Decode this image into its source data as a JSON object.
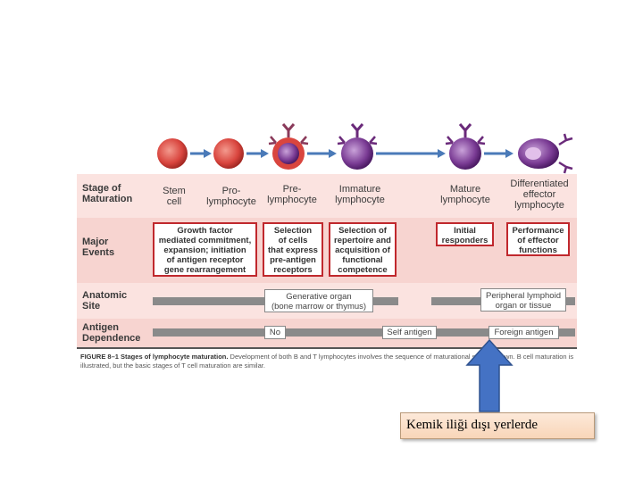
{
  "stages": [
    {
      "id": "stem",
      "label": "Stem\ncell"
    },
    {
      "id": "pro",
      "label": "Pro-\nlymphocyte"
    },
    {
      "id": "pre",
      "label": "Pre-\nlymphocyte"
    },
    {
      "id": "immature",
      "label": "Immature\nlymphocyte"
    },
    {
      "id": "mature",
      "label": "Mature\nlymphocyte"
    },
    {
      "id": "effector",
      "label": "Differentiated\neffector\nlymphocyte"
    }
  ],
  "row_labels": {
    "stage": "Stage of\nMaturation",
    "events": "Major\nEvents",
    "site": "Anatomic\nSite",
    "antigen": "Antigen\nDependence"
  },
  "events": [
    "Growth factor\nmediated commitment,\nexpansion; initiation\nof antigen receptor\ngene rearrangement",
    "Selection\nof cells\nthat express\npre-antigen\nreceptors",
    "Selection of\nrepertoire and\nacquisition of\nfunctional\ncompetence",
    "Initial\nresponders",
    "Performance\nof effector\nfunctions"
  ],
  "site": {
    "generative": "Generative organ\n(bone marrow or thymus)",
    "peripheral": "Peripheral lymphoid\norgan or tissue"
  },
  "antigen": {
    "no": "No",
    "self": "Self antigen",
    "foreign": "Foreign antigen"
  },
  "caption": {
    "title": "FIGURE 8–1 Stages of lymphocyte maturation.",
    "text": " Development of both B and T lymphocytes involves the sequence of maturational stages shown. B cell maturation is illustrated, but the basic stages of T cell maturation are similar."
  },
  "note": "Kemik iliği dışı yerlerde",
  "colors": {
    "row_pink": "#fbe3e0",
    "event_border": "#c0282d",
    "arrow_blue": "#4a7ab8",
    "callout_arrow": "#4472c4"
  }
}
